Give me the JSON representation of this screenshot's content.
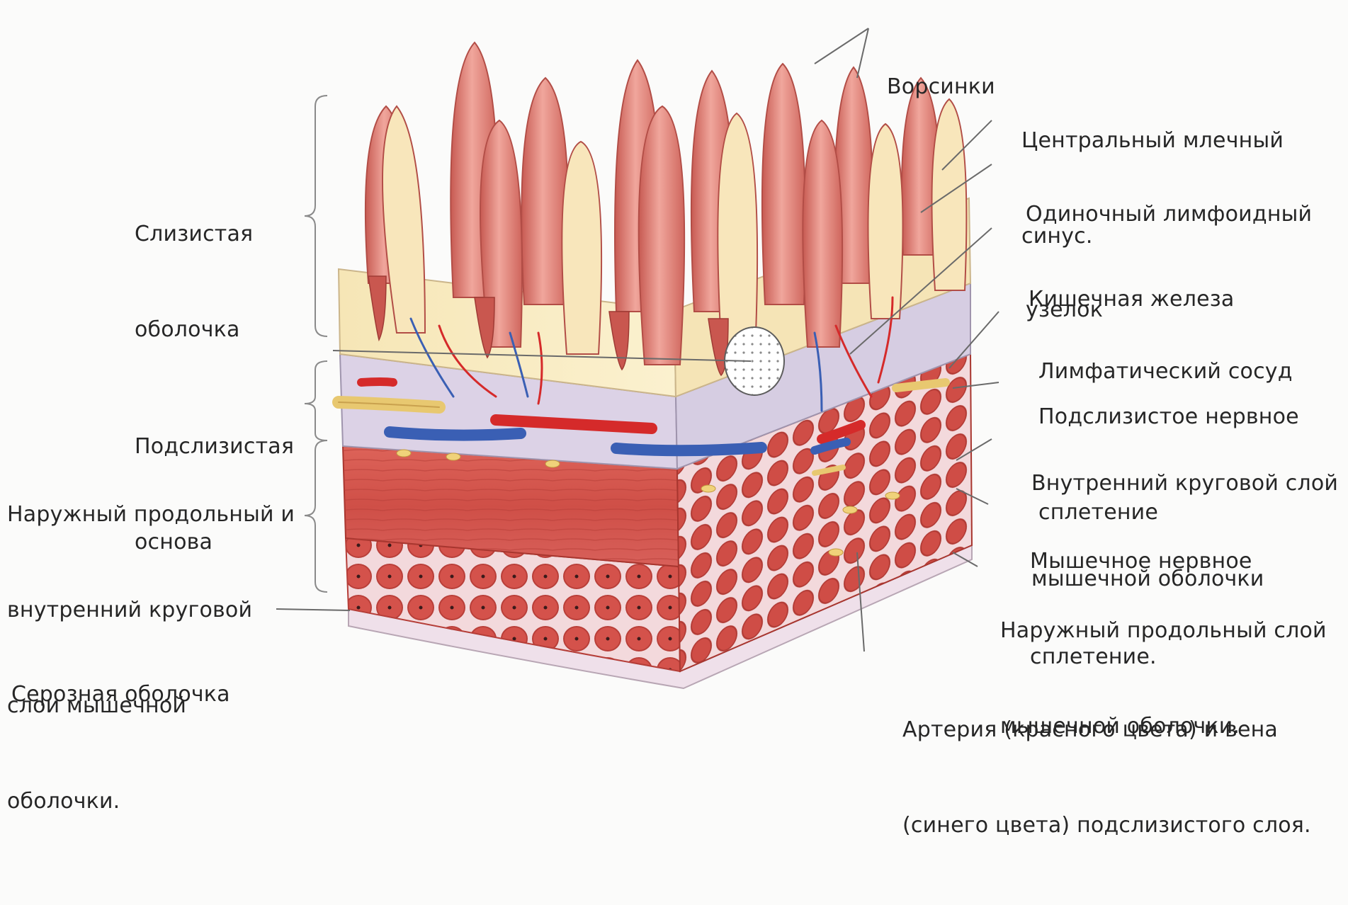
{
  "diagram": {
    "labels": {
      "villi": [
        "Ворсинки"
      ],
      "central_lacteal": [
        "Центральный млечный",
        "синус."
      ],
      "solitary_lymph_nodule": [
        "Одиночный лимфоидный",
        "узелок"
      ],
      "intestinal_gland": [
        "Кишечная железа"
      ],
      "lymphatic_vessel": [
        "Лимфатический сосуд"
      ],
      "submucosal_plexus": [
        "Подслизистое нервное",
        "сплетение"
      ],
      "inner_circular_layer": [
        "Внутренний круговой слой",
        "мышечной оболочки"
      ],
      "myenteric_plexus": [
        "Мышечное нервное",
        "сплетение."
      ],
      "outer_longitudinal_layer": [
        "Наружный продольный слой",
        "мышечной оболочки."
      ],
      "artery_vein": [
        "Артерия (красного цвета) и вена",
        "(синего цвета) подслизистого слоя."
      ],
      "mucosa": [
        "Слизистая",
        "оболочка"
      ],
      "submucosa": [
        "Подслизистая",
        "основа"
      ],
      "muscular_layers": [
        "Наружный продольный и",
        "внутренний круговой",
        "слои мышечной",
        "оболочки."
      ],
      "serosa": [
        "Серозная оболочка"
      ]
    },
    "colors": {
      "villus": "#e7887f",
      "villus_dark": "#c9574f",
      "mucosa_tissue": "#f8eac0",
      "submucosa": "#dcd3e6",
      "muscle": "#d7564d",
      "muscle_light": "#ea8f86",
      "serosa": "#efe1ea",
      "artery": "#d52a2a",
      "vein": "#3a5fb4",
      "nerve": "#e8c870",
      "leader": "#6a6a6a"
    }
  }
}
